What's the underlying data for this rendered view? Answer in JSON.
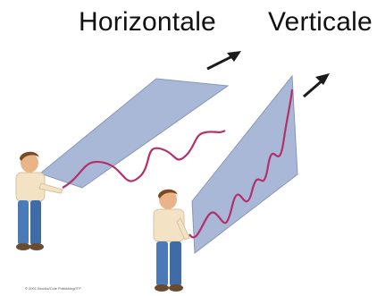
{
  "labels": {
    "horizontal": "Horizontale",
    "vertical": "Verticale"
  },
  "copyright": "© 2001 Brooks/Cole Publishing/ITP",
  "colors": {
    "plane_fill": "#a9b8d6",
    "plane_edge": "#8597bd",
    "wave": "#b4306a",
    "arrow": "#1a1a1a",
    "shirt": "#f3e3c4",
    "jeans": "#4a7bb8",
    "hair": "#7a4a22",
    "skin": "#e8b488"
  },
  "icons": [
    "arrow-right-up-icon",
    "person-icon"
  ]
}
